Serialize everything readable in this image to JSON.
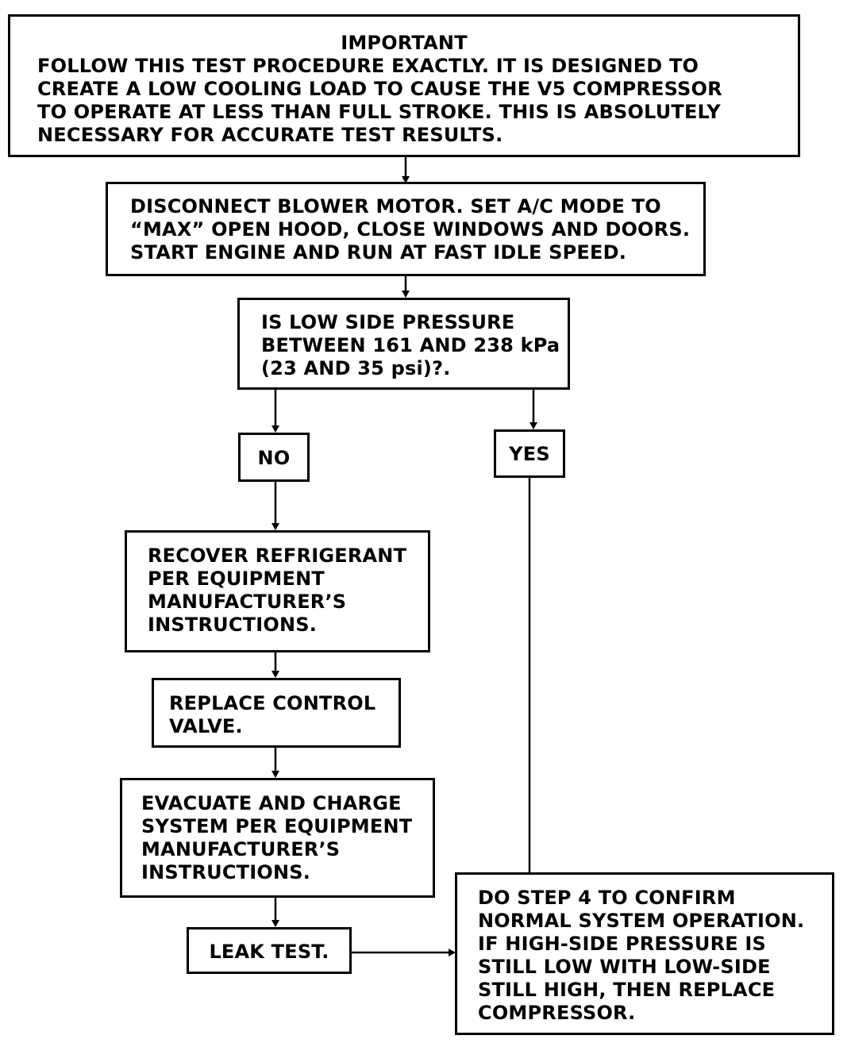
{
  "important": {
    "title": "IMPORTANT",
    "lines": [
      "FOLLOW THIS TEST PROCEDURE EXACTLY. IT IS DESIGNED TO",
      "CREATE A LOW COOLING LOAD TO CAUSE THE V5 COMPRESSOR",
      "TO OPERATE AT LESS THAN FULL STROKE. THIS IS ABSOLUTELY",
      "NECESSARY FOR ACCURATE TEST RESULTS."
    ]
  },
  "setup": {
    "lines": [
      "DISCONNECT BLOWER MOTOR. SET A/C MODE TO",
      "“MAX” OPEN HOOD, CLOSE WINDOWS AND DOORS.",
      "START ENGINE AND RUN AT FAST IDLE SPEED."
    ]
  },
  "question": {
    "lines": [
      "IS LOW SIDE PRESSURE",
      "BETWEEN 161 AND 238 kPa",
      "(23 AND 35 psi)?."
    ]
  },
  "branches": {
    "no": "NO",
    "yes": "YES"
  },
  "recover": {
    "lines": [
      "RECOVER REFRIGERANT",
      "PER EQUIPMENT",
      "MANUFACTURER’S",
      "INSTRUCTIONS."
    ]
  },
  "replace_valve": {
    "lines": [
      "REPLACE CONTROL",
      "VALVE."
    ]
  },
  "evacuate": {
    "lines": [
      "EVACUATE AND CHARGE",
      "SYSTEM PER EQUIPMENT",
      "MANUFACTURER’S",
      "INSTRUCTIONS."
    ]
  },
  "leak_test": {
    "label": "LEAK TEST."
  },
  "step4": {
    "lines": [
      "DO STEP 4 TO CONFIRM",
      "NORMAL SYSTEM OPERATION.",
      "IF HIGH-SIDE PRESSURE IS",
      "STILL LOW WITH LOW-SIDE",
      "STILL HIGH, THEN REPLACE",
      "COMPRESSOR."
    ]
  }
}
